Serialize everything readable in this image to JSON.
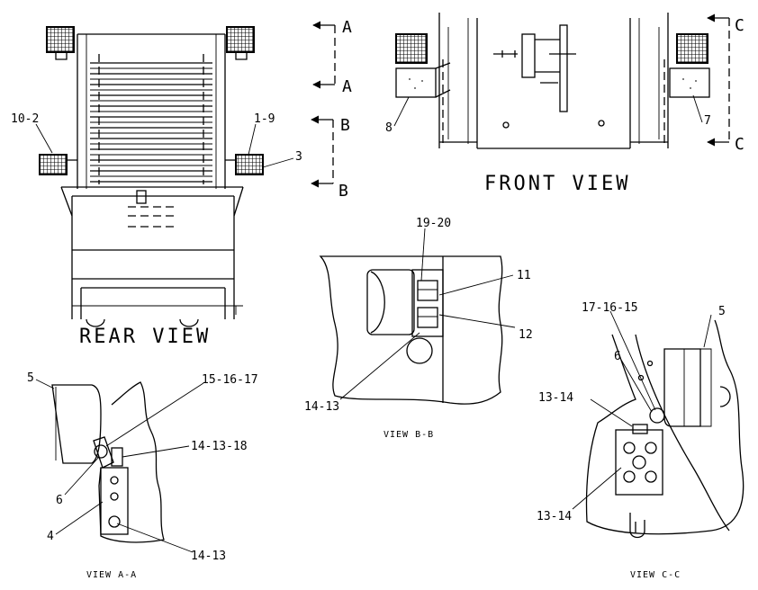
{
  "views": {
    "rear": "REAR VIEW",
    "front": "FRONT VIEW",
    "b_b": "VIEW B-B",
    "a_a": "VIEW A-A",
    "c_c": "VIEW C-C"
  },
  "sections": {
    "a": "A",
    "b": "B",
    "c": "C"
  },
  "callouts": {
    "rear_10_2": "10-2",
    "rear_1_9": "1-9",
    "rear_3": "3",
    "front_8": "8",
    "front_7": "7",
    "bb_19_20": "19-20",
    "bb_11": "11",
    "bb_12": "12",
    "bb_14_13": "14-13",
    "aa_5": "5",
    "aa_15_16_17": "15-16-17",
    "aa_14_13_18": "14-13-18",
    "aa_6": "6",
    "aa_4": "4",
    "aa_14_13": "14-13",
    "cc_5": "5",
    "cc_17_16_15": "17-16-15",
    "cc_6": "6",
    "cc_13_14_top": "13-14",
    "cc_13_14_bottom": "13-14"
  }
}
